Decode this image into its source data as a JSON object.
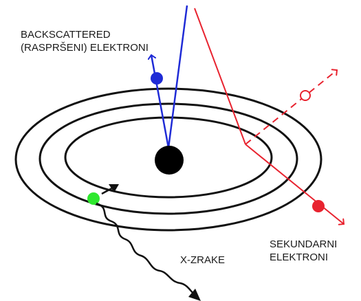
{
  "labels": {
    "backscattered_line1": "BACKSCATTERED",
    "backscattered_line2": "(RASPRŠENI) ELEKTRONI",
    "secondary_line1": "SEKUNDARNI",
    "secondary_line2": "ELEKTRONI",
    "xray": "X-ZRAKE"
  },
  "colors": {
    "orbit": "#111111",
    "nucleus": "#000000",
    "backscattered": "#1f2bd6",
    "secondary": "#e8232f",
    "ejected_electron": "#2ee82e",
    "xray_wave": "#111111",
    "background": "#ffffff"
  },
  "icons": {
    "backscattered_electron": "blue-filled-circle",
    "secondary_electron": "red-filled-circle",
    "ejected_path_marker": "red-hollow-circle",
    "inner_shell_electron": "green-filled-circle",
    "nucleus": "black-filled-circle"
  }
}
